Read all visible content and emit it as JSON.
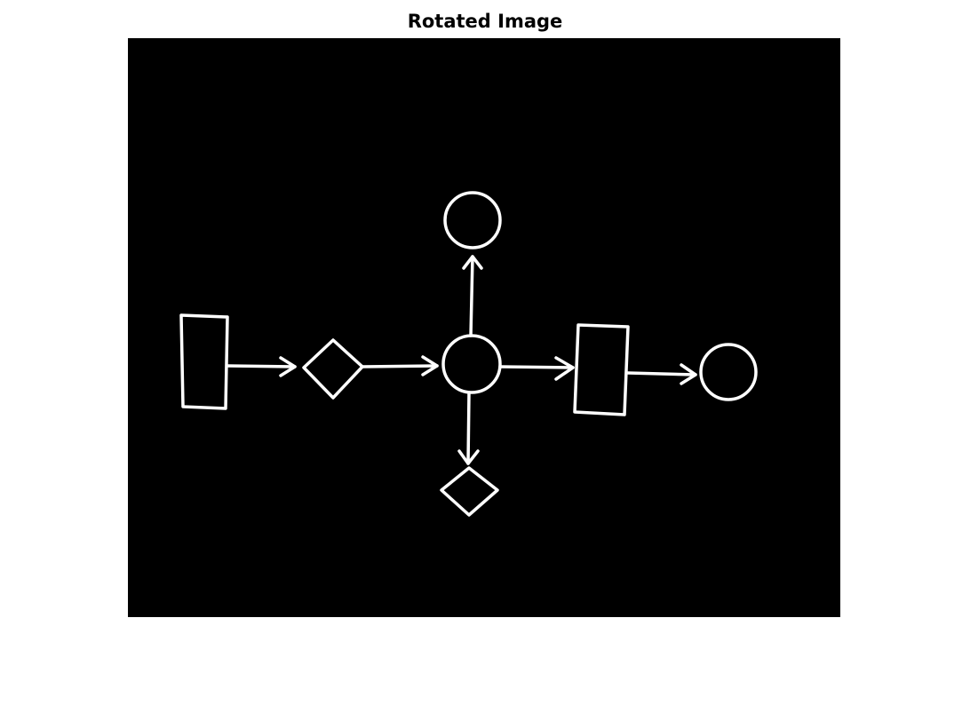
{
  "figure": {
    "title": "Rotated Image"
  },
  "image": {
    "background_color": "#000000",
    "stroke_color": "#ffffff"
  },
  "diagram": {
    "nodes": [
      {
        "id": "rect-left",
        "shape": "rectangle"
      },
      {
        "id": "diamond-left",
        "shape": "diamond"
      },
      {
        "id": "circle-center",
        "shape": "circle"
      },
      {
        "id": "circle-top",
        "shape": "circle"
      },
      {
        "id": "diamond-bottom",
        "shape": "diamond"
      },
      {
        "id": "rect-right",
        "shape": "rectangle"
      },
      {
        "id": "circle-right",
        "shape": "circle"
      }
    ],
    "edges": [
      {
        "from": "rect-left",
        "to": "diamond-left"
      },
      {
        "from": "diamond-left",
        "to": "circle-center"
      },
      {
        "from": "circle-center",
        "to": "circle-top"
      },
      {
        "from": "circle-center",
        "to": "diamond-bottom"
      },
      {
        "from": "circle-center",
        "to": "rect-right"
      },
      {
        "from": "rect-right",
        "to": "circle-right"
      }
    ]
  }
}
